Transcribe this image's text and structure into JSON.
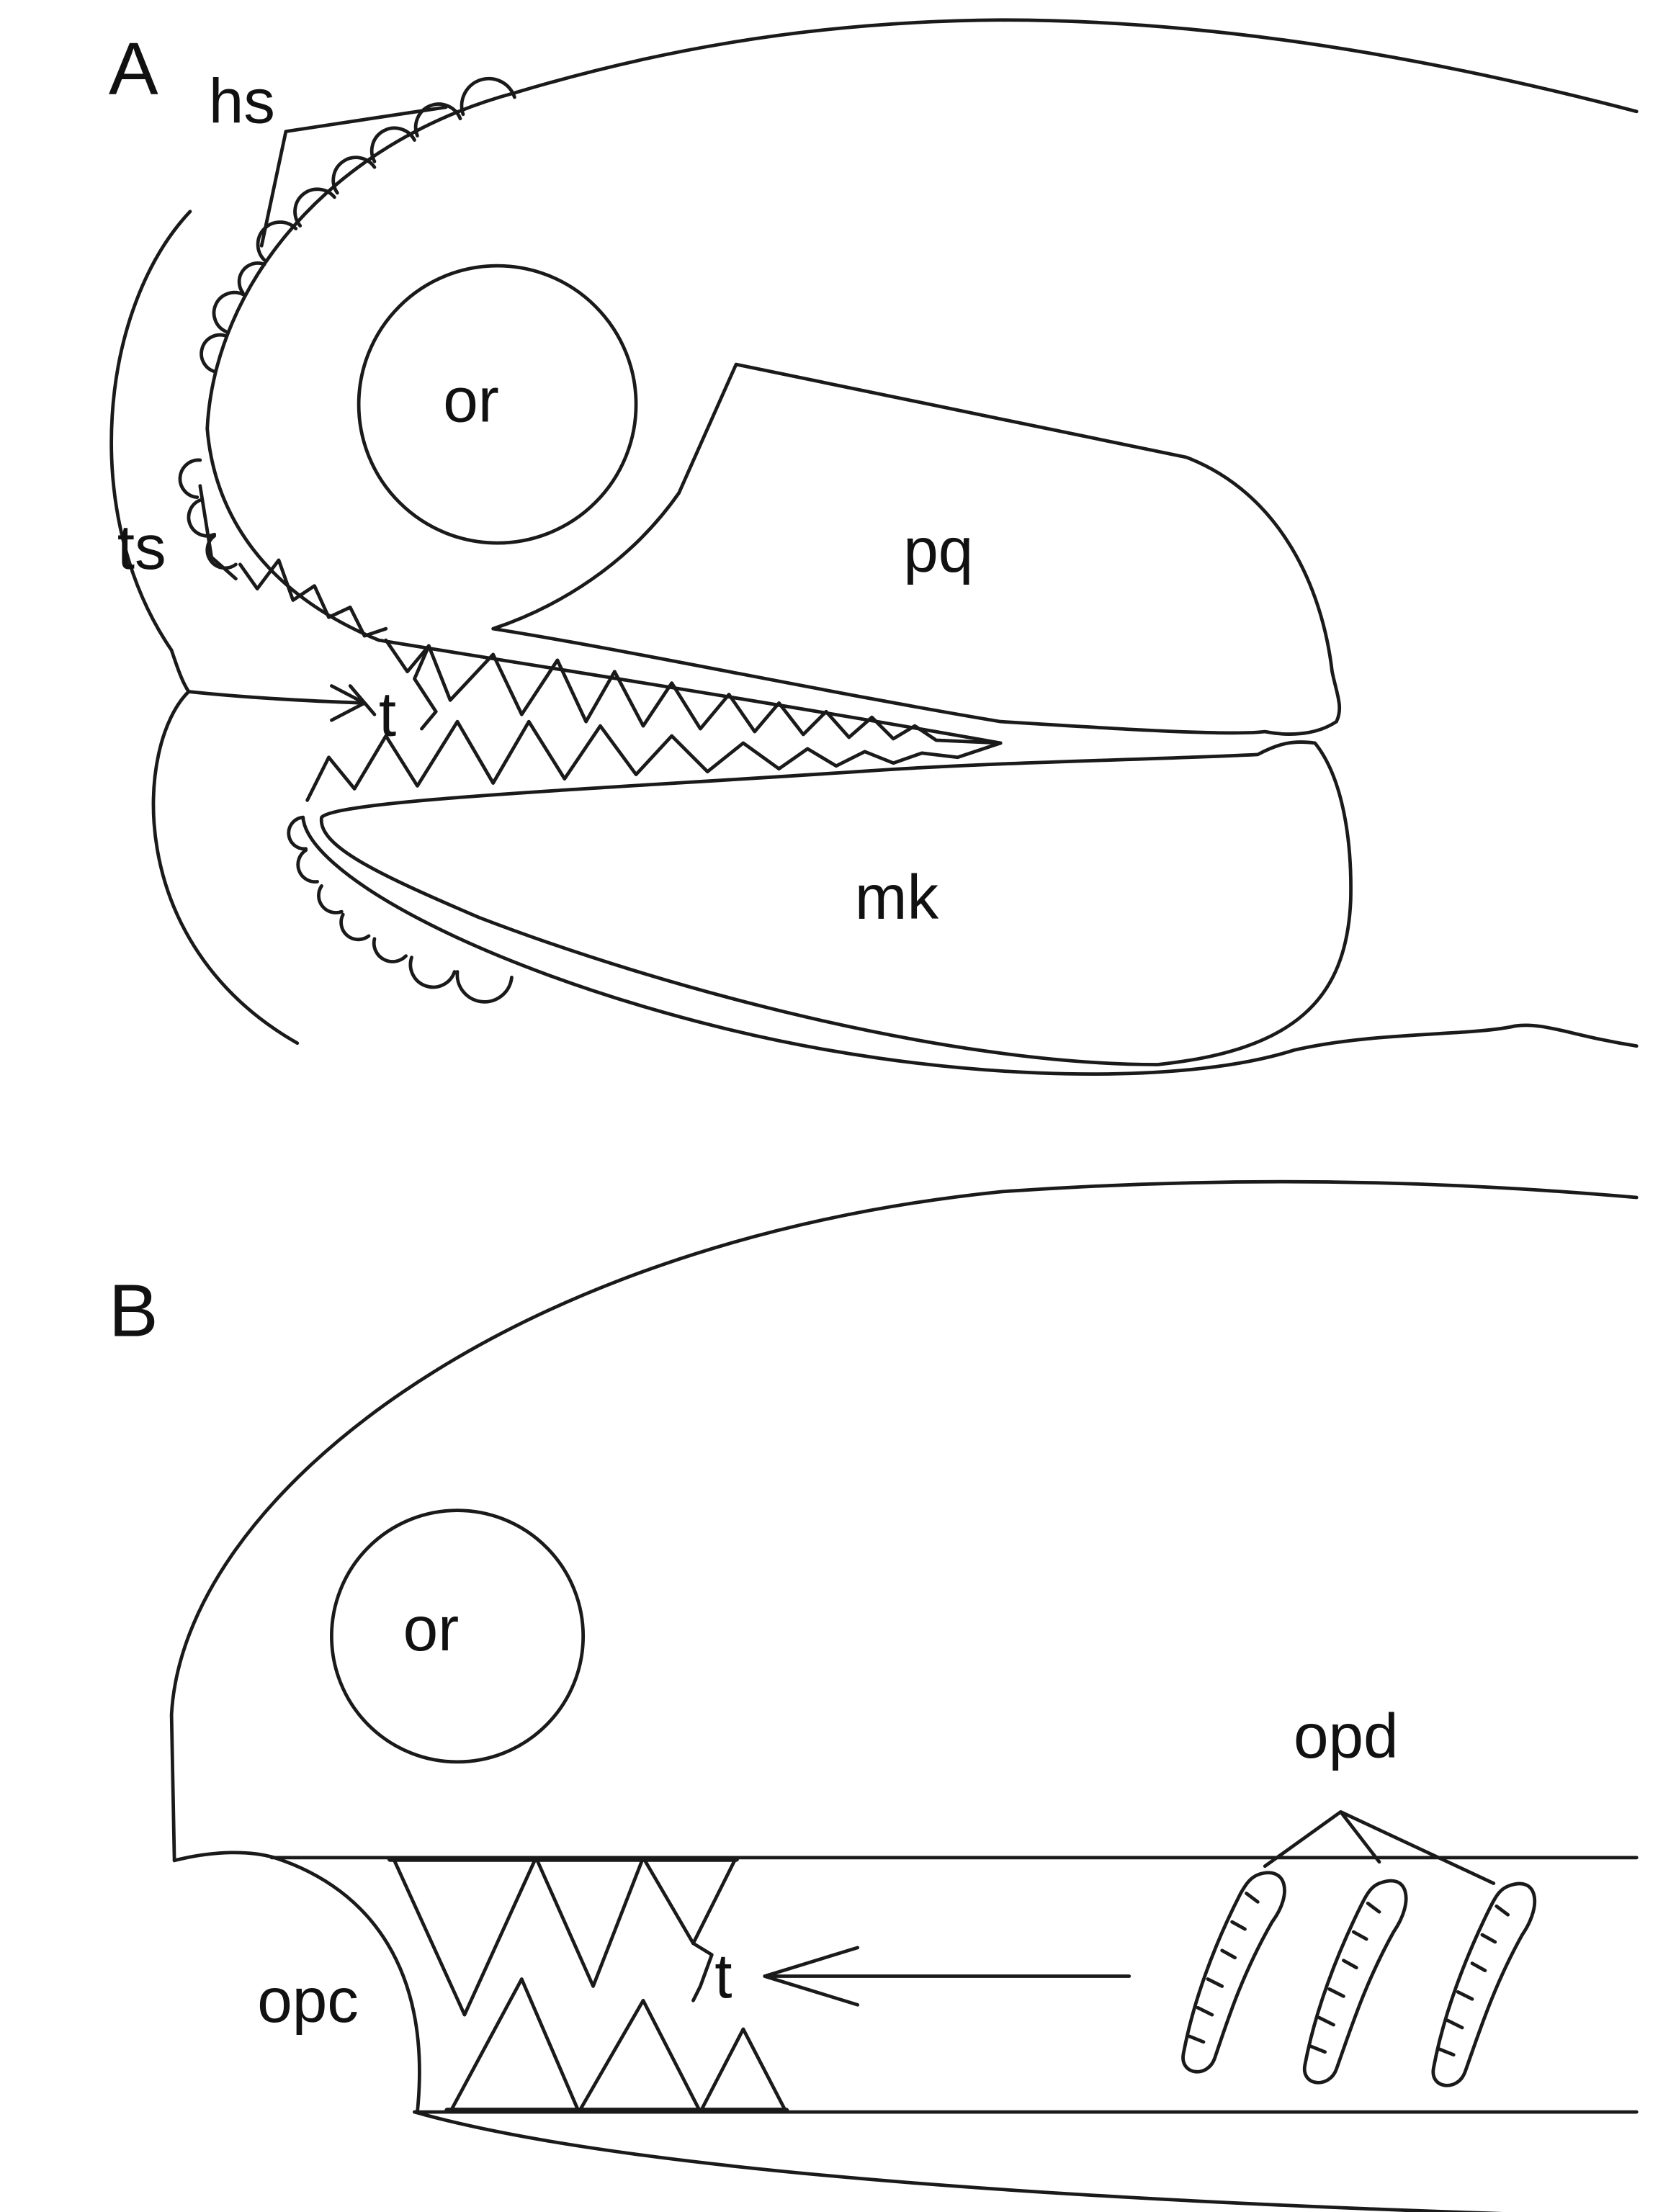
{
  "panels": [
    {
      "label": "A",
      "annotations": {
        "hs": "hs",
        "ts": "ts",
        "t": "t",
        "or": "or",
        "pq": "pq",
        "mk": "mk"
      }
    },
    {
      "label": "B",
      "annotations": {
        "or": "or",
        "opd": "opd",
        "t": "t",
        "opc": "opc"
      }
    }
  ],
  "colors": {
    "stroke": "#1a1a1a",
    "background": "#ffffff"
  }
}
